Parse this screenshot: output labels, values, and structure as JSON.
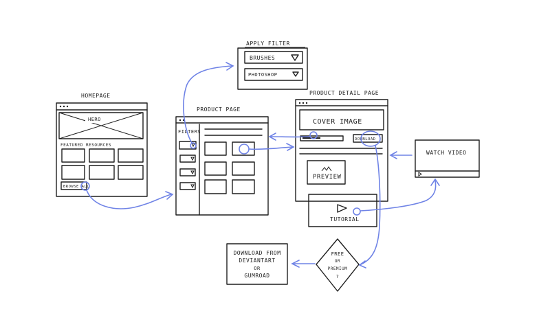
{
  "colors": {
    "flow": "#6f83e6",
    "ink": "#1e1e1e"
  },
  "apply_filter": {
    "title": "Apply Filter",
    "dropdown1": "Brushes",
    "dropdown2": "Photoshop"
  },
  "homepage": {
    "title": "Homepage",
    "hero": "Hero",
    "featured": "Featured Resources",
    "browse": "Browse All"
  },
  "product_page": {
    "title": "Product Page",
    "filters": "Filters"
  },
  "detail": {
    "title": "Product Detail Page",
    "cover": "Cover Image",
    "download": "Download",
    "preview": "Preview",
    "tutorial": "Tutorial"
  },
  "video": {
    "label": "Watch Video"
  },
  "decision": {
    "line1": "Free",
    "line2": "or",
    "line3": "Premium",
    "line4": "?"
  },
  "download_box": {
    "line1": "Download from",
    "line2": "DeviantArt",
    "line3": "or",
    "line4": "Gumroad"
  }
}
